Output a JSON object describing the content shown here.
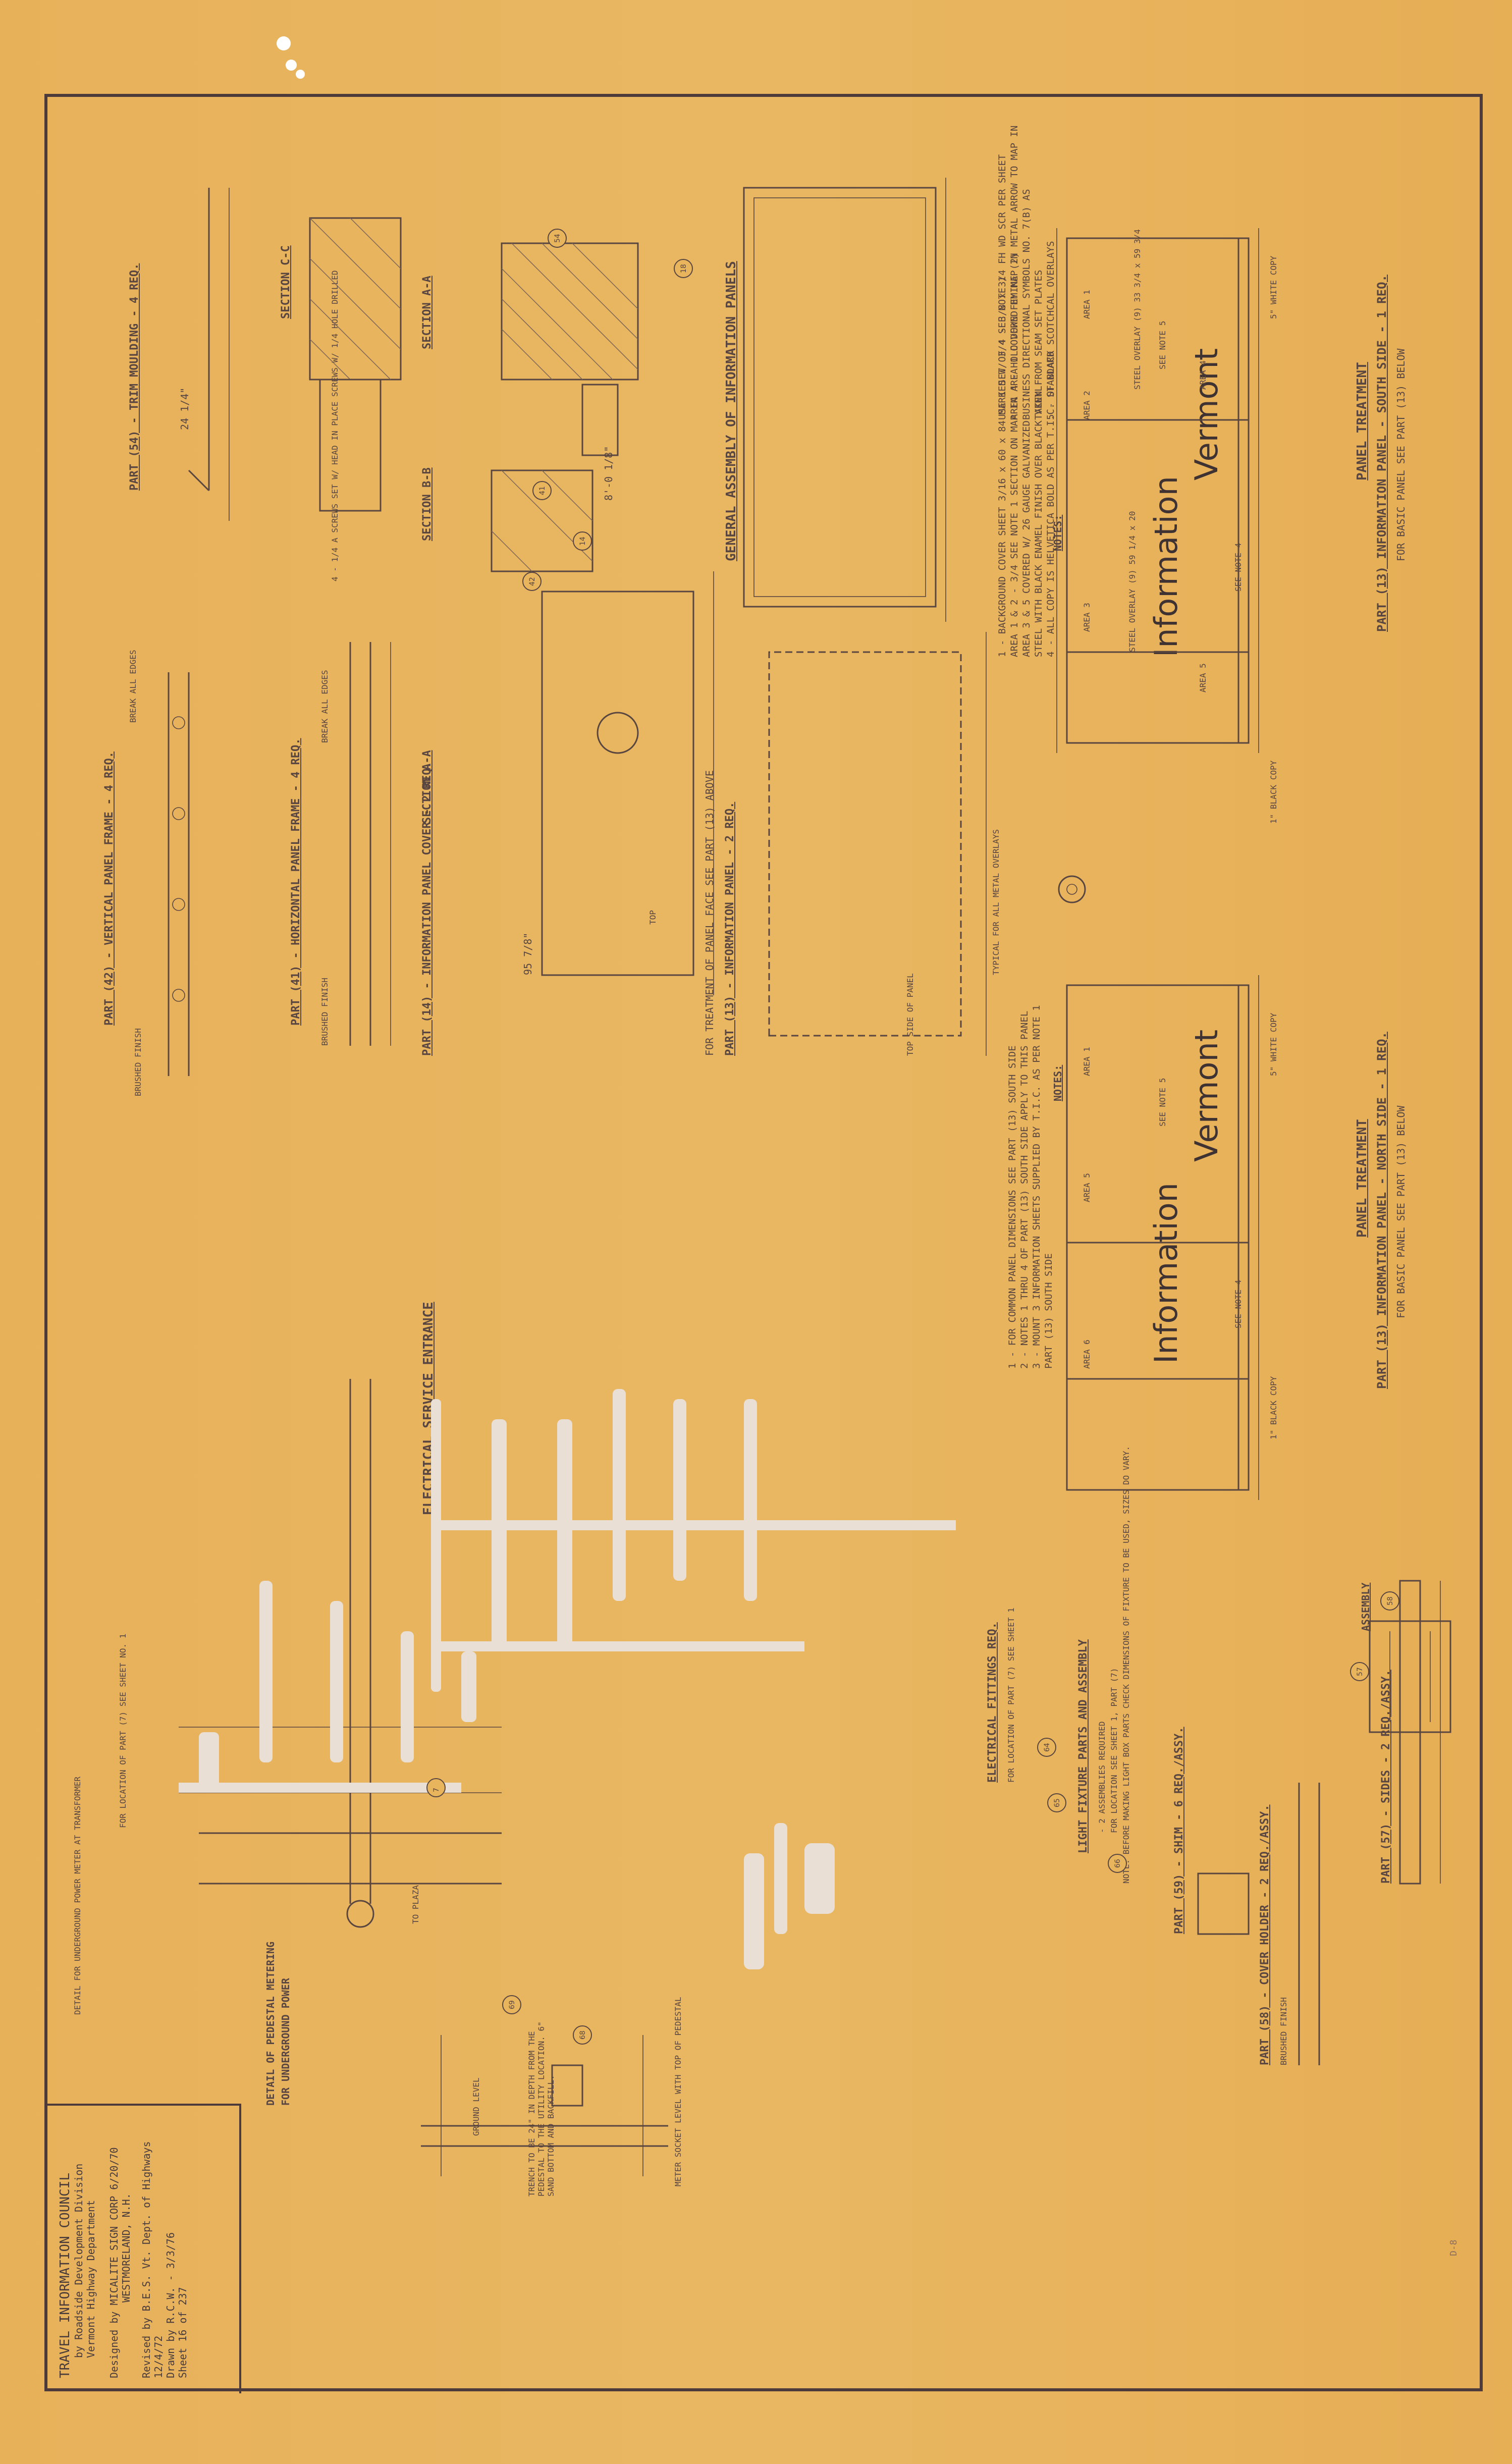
{
  "sheet": {
    "title_block": {
      "line1": "TRAVEL INFORMATION COUNCIL",
      "line2": "by Roadside Development Division",
      "line3": "Vermont Highway Department",
      "designed_by": "Designed by MICALITE SIGN CORP  6/20/70",
      "designed_by_2": "WESTMORELAND, N.H.",
      "revised_by": "Revised by B.E.S. Vt. Dept. of Highways 12/4/72",
      "drawn_by": "Drawn by R.C.W. - 3/3/76",
      "sheet_no": "Sheet 16 of 237"
    },
    "corner_mark": "D-8"
  },
  "panels": {
    "south": {
      "heading": "PANEL  TREATMENT",
      "subheading": "PART (13) INFORMATION  PANEL - SOUTH  SIDE - 1 REQ.",
      "subnote": "FOR BASIC PANEL SEE PART (13) BELOW",
      "title_word1": "Vermont",
      "title_word2": "Information",
      "white_copy": "5\" WHITE COPY",
      "black_copy": "1\" BLACK COPY",
      "overlay1": "STEEL OVERLAY (9) 33 3/4 x 59 3/4",
      "overlay2": "STEEL OVERLAY (9) 59 1/4 x 20",
      "areas": [
        "AREA 1",
        "AREA 2",
        "AREA 3",
        "AREA 4",
        "AREA 5"
      ],
      "note_refs": [
        "SEE NOTE 5",
        "SEE NOTE 4"
      ],
      "notes_title": "NOTES:",
      "notes": [
        "1 - BACKGROUND COVER SHEET 3/16 x 60 x 84 MARKED W/ 3/4 SEE NOTE 1",
        "AREA 1 & 2 - 3/4 SEE NOTE 1 SECTION ON MAP IN AREA 1 COVERED BY MAP IN",
        "AREA 3 & 5 COVERED W/ 26 GAUGE GALVANIZED",
        "STEEL WITH BLACK ENAMEL FINISH OVER BLACK VINYL",
        "USE 1 SET OF 4 - 3/8 x 3/4 FH WD SCR PER SHEET",
        "AREA 4 - HOLD DOWN FEMINE (2) METAL ARROW TO MAP IN",
        "BUSINESS DIRECTIONAL SYMBOLS NO. 7(B) AS",
        "TAKEN FROM SEAM SET PLATES",
        "4 - ALL COPY IS HELVETICA BOLD AS PER T.I.C. STANDARD",
        "5 - OF BLACK SCOTCHCAL OVERLAYS"
      ]
    },
    "north": {
      "heading": "PANEL  TREATMENT",
      "subheading": "PART (13) INFORMATION  PANEL - NORTH  SIDE - 1 REQ.",
      "subnote": "FOR BASIC PANEL SEE PART (13) BELOW",
      "title_word1": "Vermont",
      "title_word2": "Information",
      "white_copy": "5\" WHITE COPY",
      "black_copy": "1\" BLACK COPY",
      "areas": [
        "AREA 1",
        "AREA 5",
        "AREA 6"
      ],
      "note_refs": [
        "SEE NOTE 5",
        "SEE NOTE 4"
      ],
      "notes_title": "NOTES:",
      "notes": [
        "1 - FOR COMMON PANEL DIMENSIONS SEE PART (13) SOUTH SIDE",
        "2 - NOTES 1 THRU 4 OF PART (13) SOUTH SIDE APPLY TO THIS PANEL",
        "3 - MOUNT 3 INFORMATION SHEETS SUPPLIED BY T.I.C. AS PER NOTE 1",
        "PART (13) SOUTH SIDE"
      ]
    }
  },
  "general_assembly": {
    "heading": "GENERAL  ASSEMBLY  OF  INFORMATION  PANELS",
    "dim_width": "8'-0 1/8\"",
    "section_aa": "SECTION  A-A",
    "section_bb": "SECTION  B-B",
    "section_cc": "SECTION  C-C",
    "part54": "PART (54) - TRIM  MOULDING - 4 REQ.",
    "part54_dim": "24 1/4\"",
    "cc_note": "4 - 1/4 A SCREWS SET W/ HEAD IN PLACE SCREWS W/ 1/4 HOLE DRILLED"
  },
  "cover": {
    "part14": "PART (14) - INFORMATION  PANEL  COVER - 2 REQ.",
    "part14_dim": "95 7/8\"",
    "part13": "PART (13) - INFORMATION  PANEL - 2 REQ.",
    "part13_note": "FOR TREATMENT OF PANEL FACE SEE PART (13) ABOVE",
    "typical": "TYPICAL FOR ALL METAL OVERLAYS",
    "section_aa": "SECTION  A-A",
    "top_label": "TOP",
    "top_side": "TOP SIDE OF PANEL"
  },
  "frames": {
    "part41": "PART (41) - HORIZONTAL  PANEL  FRAME - 4 REQ.",
    "part42": "PART (42) - VERTICAL  PANEL  FRAME - 4 REQ.",
    "brushed": "BRUSHED FINISH",
    "break_edges": "BREAK ALL EDGES"
  },
  "electrical": {
    "service_heading": "ELECTRICAL  SERVICE  ENTRANCE",
    "fittings_heading": "ELECTRICAL  FITTINGS  REQ.",
    "fittings_note": "FOR LOCATION OF PART (7) SEE SHEET 1",
    "for_location": "FOR LOCATION OF PART (7) SEE SHEET NO. 1",
    "detail_metering": "DETAIL FOR UNDERGROUND POWER METER AT TRANSFORMER",
    "pedestal_title1": "DETAIL OF PEDESTAL METERING",
    "pedestal_title2": "FOR UNDERGROUND POWER",
    "to_plaza": "TO PLAZA",
    "ground_level": "GROUND LEVEL",
    "meter_socket": "METER SOCKET LEVEL WITH TOP OF PEDESTAL",
    "trench": "TRENCH TO BE 24\" IN DEPTH FROM THE PEDESTAL TO THE UTILITY LOCATION. 6\" SAND BOTTOM AND BACKFILL."
  },
  "light_fixture": {
    "assembly_heading": "ASSEMBLY",
    "heading": "LIGHT  FIXTURE  PARTS  AND  ASSEMBLY",
    "note1": "- 2 ASSEMBLIES REQUIRED",
    "note2": "FOR LOCATION SEE SHEET 1, PART (7)",
    "note3": "NOTE: BEFORE MAKING LIGHT BOX PARTS CHECK DIMENSIONS OF FIXTURE TO BE USED, SIZES DO VARY.",
    "part57": "PART (57) - SIDES - 2 REQ./ASSY.",
    "part58": "PART (58) - COVER  HOLDER - 2 REQ./ASSY.",
    "part59": "PART (59) - SHIM - 6 REQ./ASSY.",
    "brushed": "BRUSHED FINISH"
  }
}
